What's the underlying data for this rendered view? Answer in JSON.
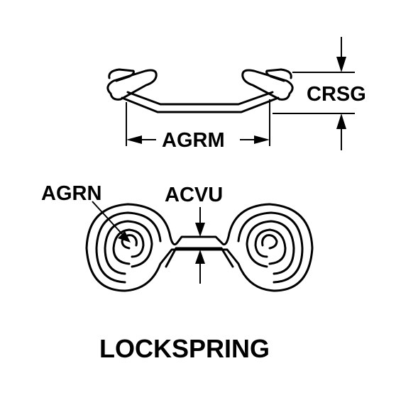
{
  "labels": {
    "crsg": "CRSG",
    "agrm": "AGRM",
    "agrn": "AGRN",
    "acvu": "ACVU",
    "title": "LOCKSPRING"
  },
  "colors": {
    "line": "#000000",
    "background": "#ffffff"
  }
}
